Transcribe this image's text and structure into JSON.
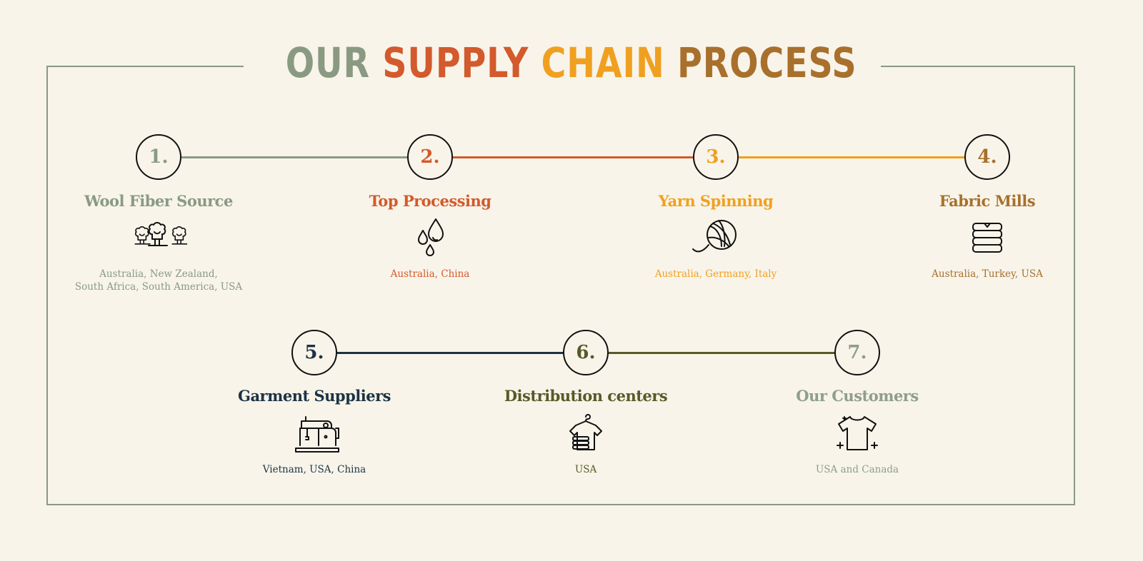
{
  "title": {
    "words": [
      "OUR",
      "SUPPLY",
      "CHAIN",
      "PROCESS"
    ],
    "colors": [
      "#8a9a82",
      "#d25a2c",
      "#f0a020",
      "#a8702c"
    ]
  },
  "steps": [
    {
      "number": "1.",
      "title": "Wool Fiber Source",
      "locations": [
        "Australia, New Zealand,",
        "South Africa, South America, USA"
      ],
      "icon": "sheep-icon",
      "color": "#8a9a82"
    },
    {
      "number": "2.",
      "title": "Top Processing",
      "locations": [
        "Australia, China"
      ],
      "icon": "water-drops-icon",
      "color": "#d25a2c"
    },
    {
      "number": "3.",
      "title": "Yarn Spinning",
      "locations": [
        "Australia, Germany, Italy"
      ],
      "icon": "yarn-ball-icon",
      "color": "#f0a020"
    },
    {
      "number": "4.",
      "title": "Fabric Mills",
      "locations": [
        "Australia, Turkey, USA"
      ],
      "icon": "fabric-stack-icon",
      "color": "#a8702c"
    },
    {
      "number": "5.",
      "title": "Garment Suppliers",
      "locations": [
        "Vietnam, USA, China"
      ],
      "icon": "sewing-machine-icon",
      "color": "#1c3344"
    },
    {
      "number": "6.",
      "title": "Distribution centers",
      "locations": [
        "USA"
      ],
      "icon": "hanger-shirt-icon",
      "color": "#575a26"
    },
    {
      "number": "7.",
      "title": "Our Customers",
      "locations": [
        "USA and Canada"
      ],
      "icon": "sparkle-shirt-icon",
      "color": "#8e9e8a"
    }
  ]
}
